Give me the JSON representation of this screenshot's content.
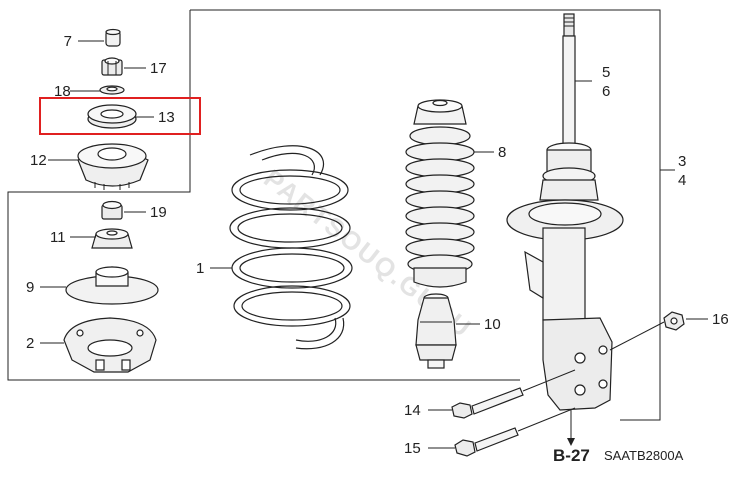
{
  "parts": {
    "p1": "1",
    "p2": "2",
    "p3": "3",
    "p4": "4",
    "p5": "5",
    "p6": "6",
    "p7": "7",
    "p8": "8",
    "p9": "9",
    "p10": "10",
    "p11": "11",
    "p12": "12",
    "p13": "13",
    "p14": "14",
    "p15": "15",
    "p16": "16",
    "p17": "17",
    "p18": "18",
    "p19": "19"
  },
  "reference": "B-27",
  "diagram_code": "SAATB2800A",
  "watermark": "PARTSOUQ.GURU",
  "highlight_color": "#e02020"
}
